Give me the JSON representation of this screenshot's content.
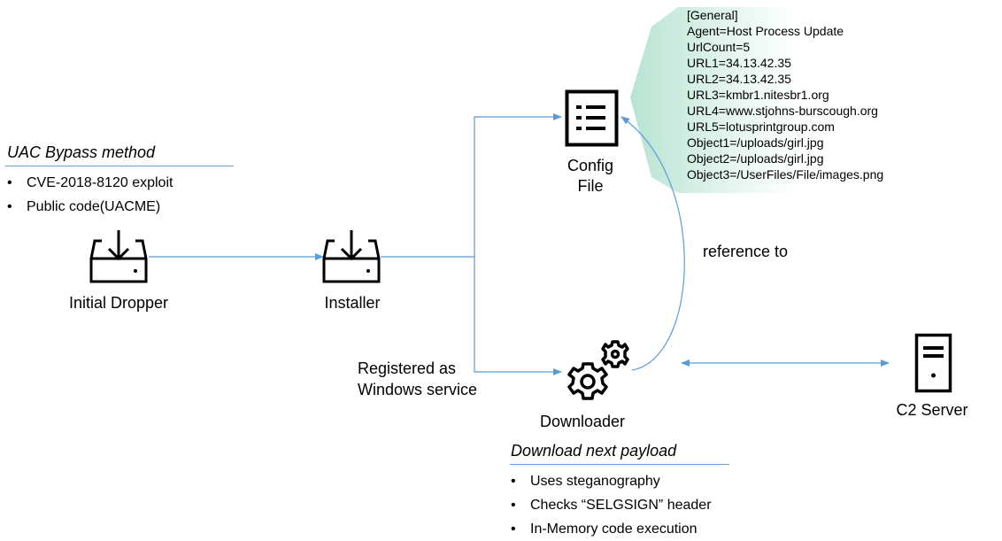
{
  "diagram": {
    "nodes": {
      "initial_dropper": {
        "label": "Initial Dropper",
        "icon": "inbox-download-icon"
      },
      "installer": {
        "label": "Installer",
        "icon": "inbox-download-icon"
      },
      "config_file": {
        "label_line1": "Config",
        "label_line2": "File",
        "icon": "list-document-icon"
      },
      "downloader": {
        "label": "Downloader",
        "icon": "gears-icon"
      },
      "c2_server": {
        "label": "C2 Server",
        "icon": "server-tower-icon"
      }
    },
    "edge_labels": {
      "registered_line1": "Registered as",
      "registered_line2": "Windows service",
      "reference_to": "reference to"
    },
    "uac_bypass": {
      "heading": "UAC Bypass method",
      "items": [
        "CVE-2018-8120 exploit",
        "Public code(UACME)"
      ]
    },
    "download_payload": {
      "heading": "Download next payload",
      "items": [
        "Uses steganography",
        "Checks “SELGSIGN” header",
        "In-Memory code execution"
      ]
    },
    "config_contents": [
      "[General]",
      "Agent=Host Process Update",
      "UrlCount=5",
      "URL1=34.13.42.35",
      "URL2=34.13.42.35",
      "URL3=kmbr1.nitesbr1.org",
      "URL4=www.stjohns-burscough.org",
      "URL5=lotusprintgroup.com",
      "Object1=/uploads/girl.jpg",
      "Object2=/uploads/girl.jpg",
      "Object3=/UserFiles/File/images.png"
    ],
    "bullet_glyph": "•",
    "colors": {
      "connector": "#5b9bd5",
      "callout_fill": "#c6eadd"
    }
  }
}
